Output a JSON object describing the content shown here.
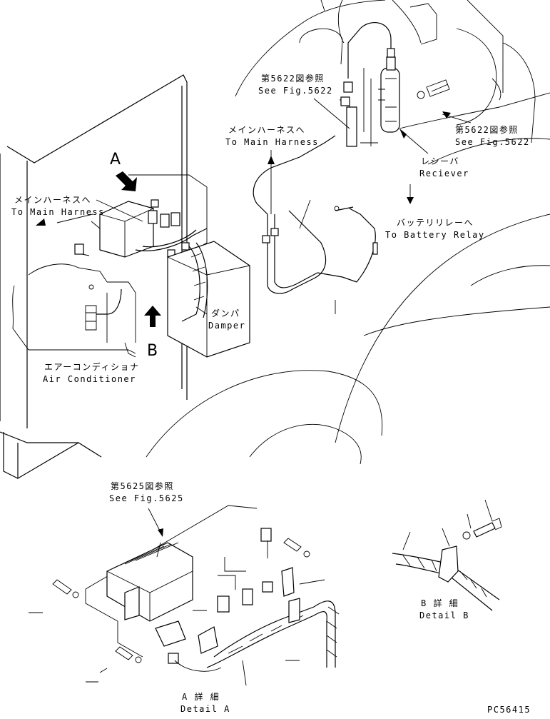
{
  "labels": {
    "fig_ref_top_jp": "第5622図参照",
    "fig_ref_top_en": "See Fig.5622",
    "fig_ref_right_jp": "第5622図参照",
    "fig_ref_right_en": "See Fig.5622",
    "main_harness_mid_jp": "メインハーネスへ",
    "main_harness_mid_en": "To Main Harness",
    "main_harness_left_jp": "メインハーネスへ",
    "main_harness_left_en": "To Main Harness",
    "receiver_jp": "レシーバ",
    "receiver_en": "Reciever",
    "battery_relay_jp": "バッテリリレーへ",
    "battery_relay_en": "To Battery Relay",
    "damper_jp": "ダンパ",
    "damper_en": "Damper",
    "air_conditioner_jp": "エアーコンディショナ",
    "air_conditioner_en": "Air Conditioner",
    "view_a": "A",
    "view_b": "B",
    "fig_ref_bottom_jp": "第5625図参照",
    "fig_ref_bottom_en": "See Fig.5625",
    "detail_a_jp": "A 詳 細",
    "detail_a_en": "Detail A",
    "detail_b_jp": "B 詳 細",
    "detail_b_en": "Detail B",
    "drawing_code": "PC56415"
  }
}
